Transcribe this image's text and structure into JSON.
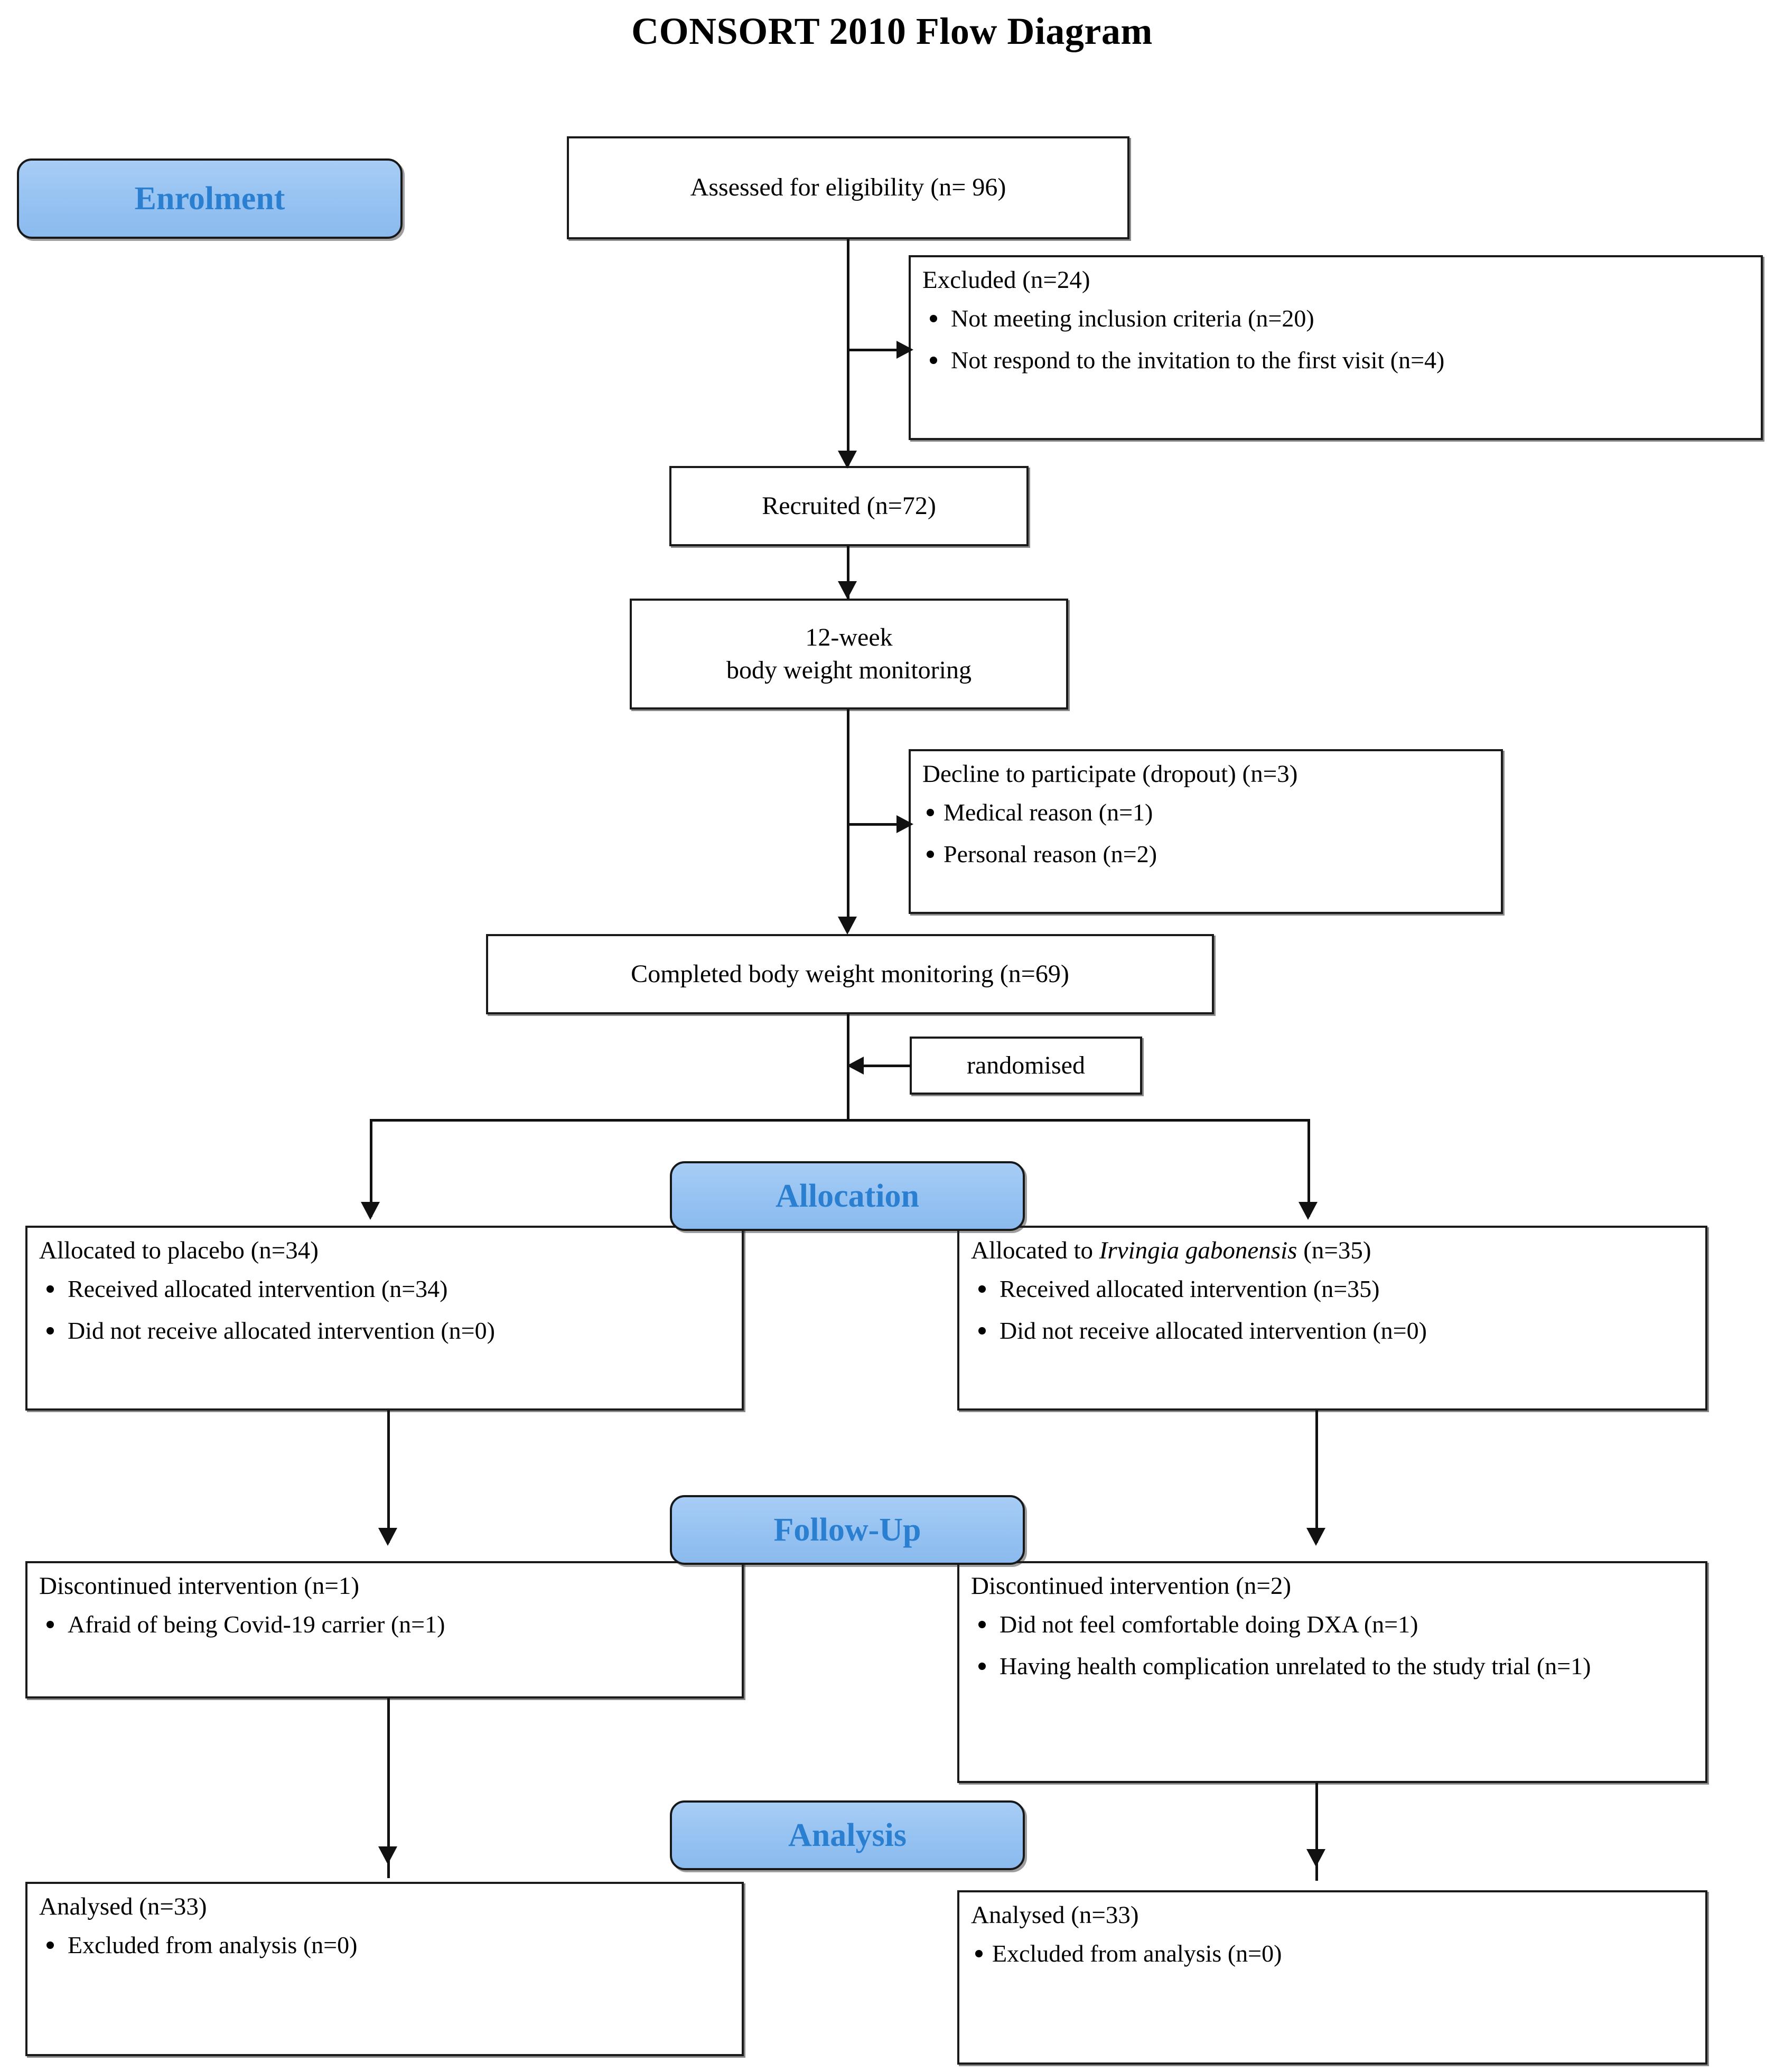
{
  "title": "CONSORT 2010 Flow Diagram",
  "stages": {
    "enrolment": "Enrolment",
    "allocation": "Allocation",
    "followup": "Follow-Up",
    "analysis": "Analysis"
  },
  "nodes": {
    "assessed": "Assessed for eligibility (n= 96)",
    "excluded": {
      "headline": "Excluded (n=24)",
      "items": [
        "Not meeting inclusion criteria (n=20)",
        "Not respond to the invitation to the first visit (n=4)"
      ]
    },
    "recruited": "Recruited (n=72)",
    "monitoring_line1": "12-week",
    "monitoring_line2": "body weight monitoring",
    "decline": {
      "headline": "Decline to participate (dropout) (n=3)",
      "items": [
        "Medical reason (n=1)",
        "Personal reason (n=2)"
      ]
    },
    "completed": "Completed body weight monitoring (n=69)",
    "randomised": "randomised",
    "alloc_left": {
      "headline_pre": "Allocated to placebo (n=34)",
      "headline_italic": "",
      "headline_post": "",
      "items": [
        "Received allocated intervention (n=34)",
        "Did not receive allocated intervention (n=0)"
      ]
    },
    "alloc_right": {
      "headline_pre": "Allocated to ",
      "headline_italic": "Irvingia gabonensis",
      "headline_post": " (n=35)",
      "items": [
        "Received allocated intervention (n=35)",
        "Did not receive allocated intervention (n=0)"
      ]
    },
    "follow_left": {
      "headline": "Discontinued intervention (n=1)",
      "items": [
        "Afraid of being Covid-19 carrier (n=1)"
      ]
    },
    "follow_right": {
      "headline": "Discontinued intervention (n=2)",
      "items": [
        "Did not feel comfortable doing DXA (n=1)",
        "Having health complication unrelated to the study trial (n=1)"
      ]
    },
    "analysis_left": {
      "headline": "Analysed (n=33)",
      "items": [
        "Excluded from analysis (n=0)"
      ]
    },
    "analysis_right": {
      "headline": "Analysed (n=33)",
      "items": [
        "Excluded from analysis (n=0)"
      ]
    }
  },
  "colors": {
    "stage_fill": "#95c2f2",
    "stage_text": "#2b7fd0",
    "box_border": "#1a1a1a",
    "connector": "#111111",
    "text": "#000000"
  }
}
